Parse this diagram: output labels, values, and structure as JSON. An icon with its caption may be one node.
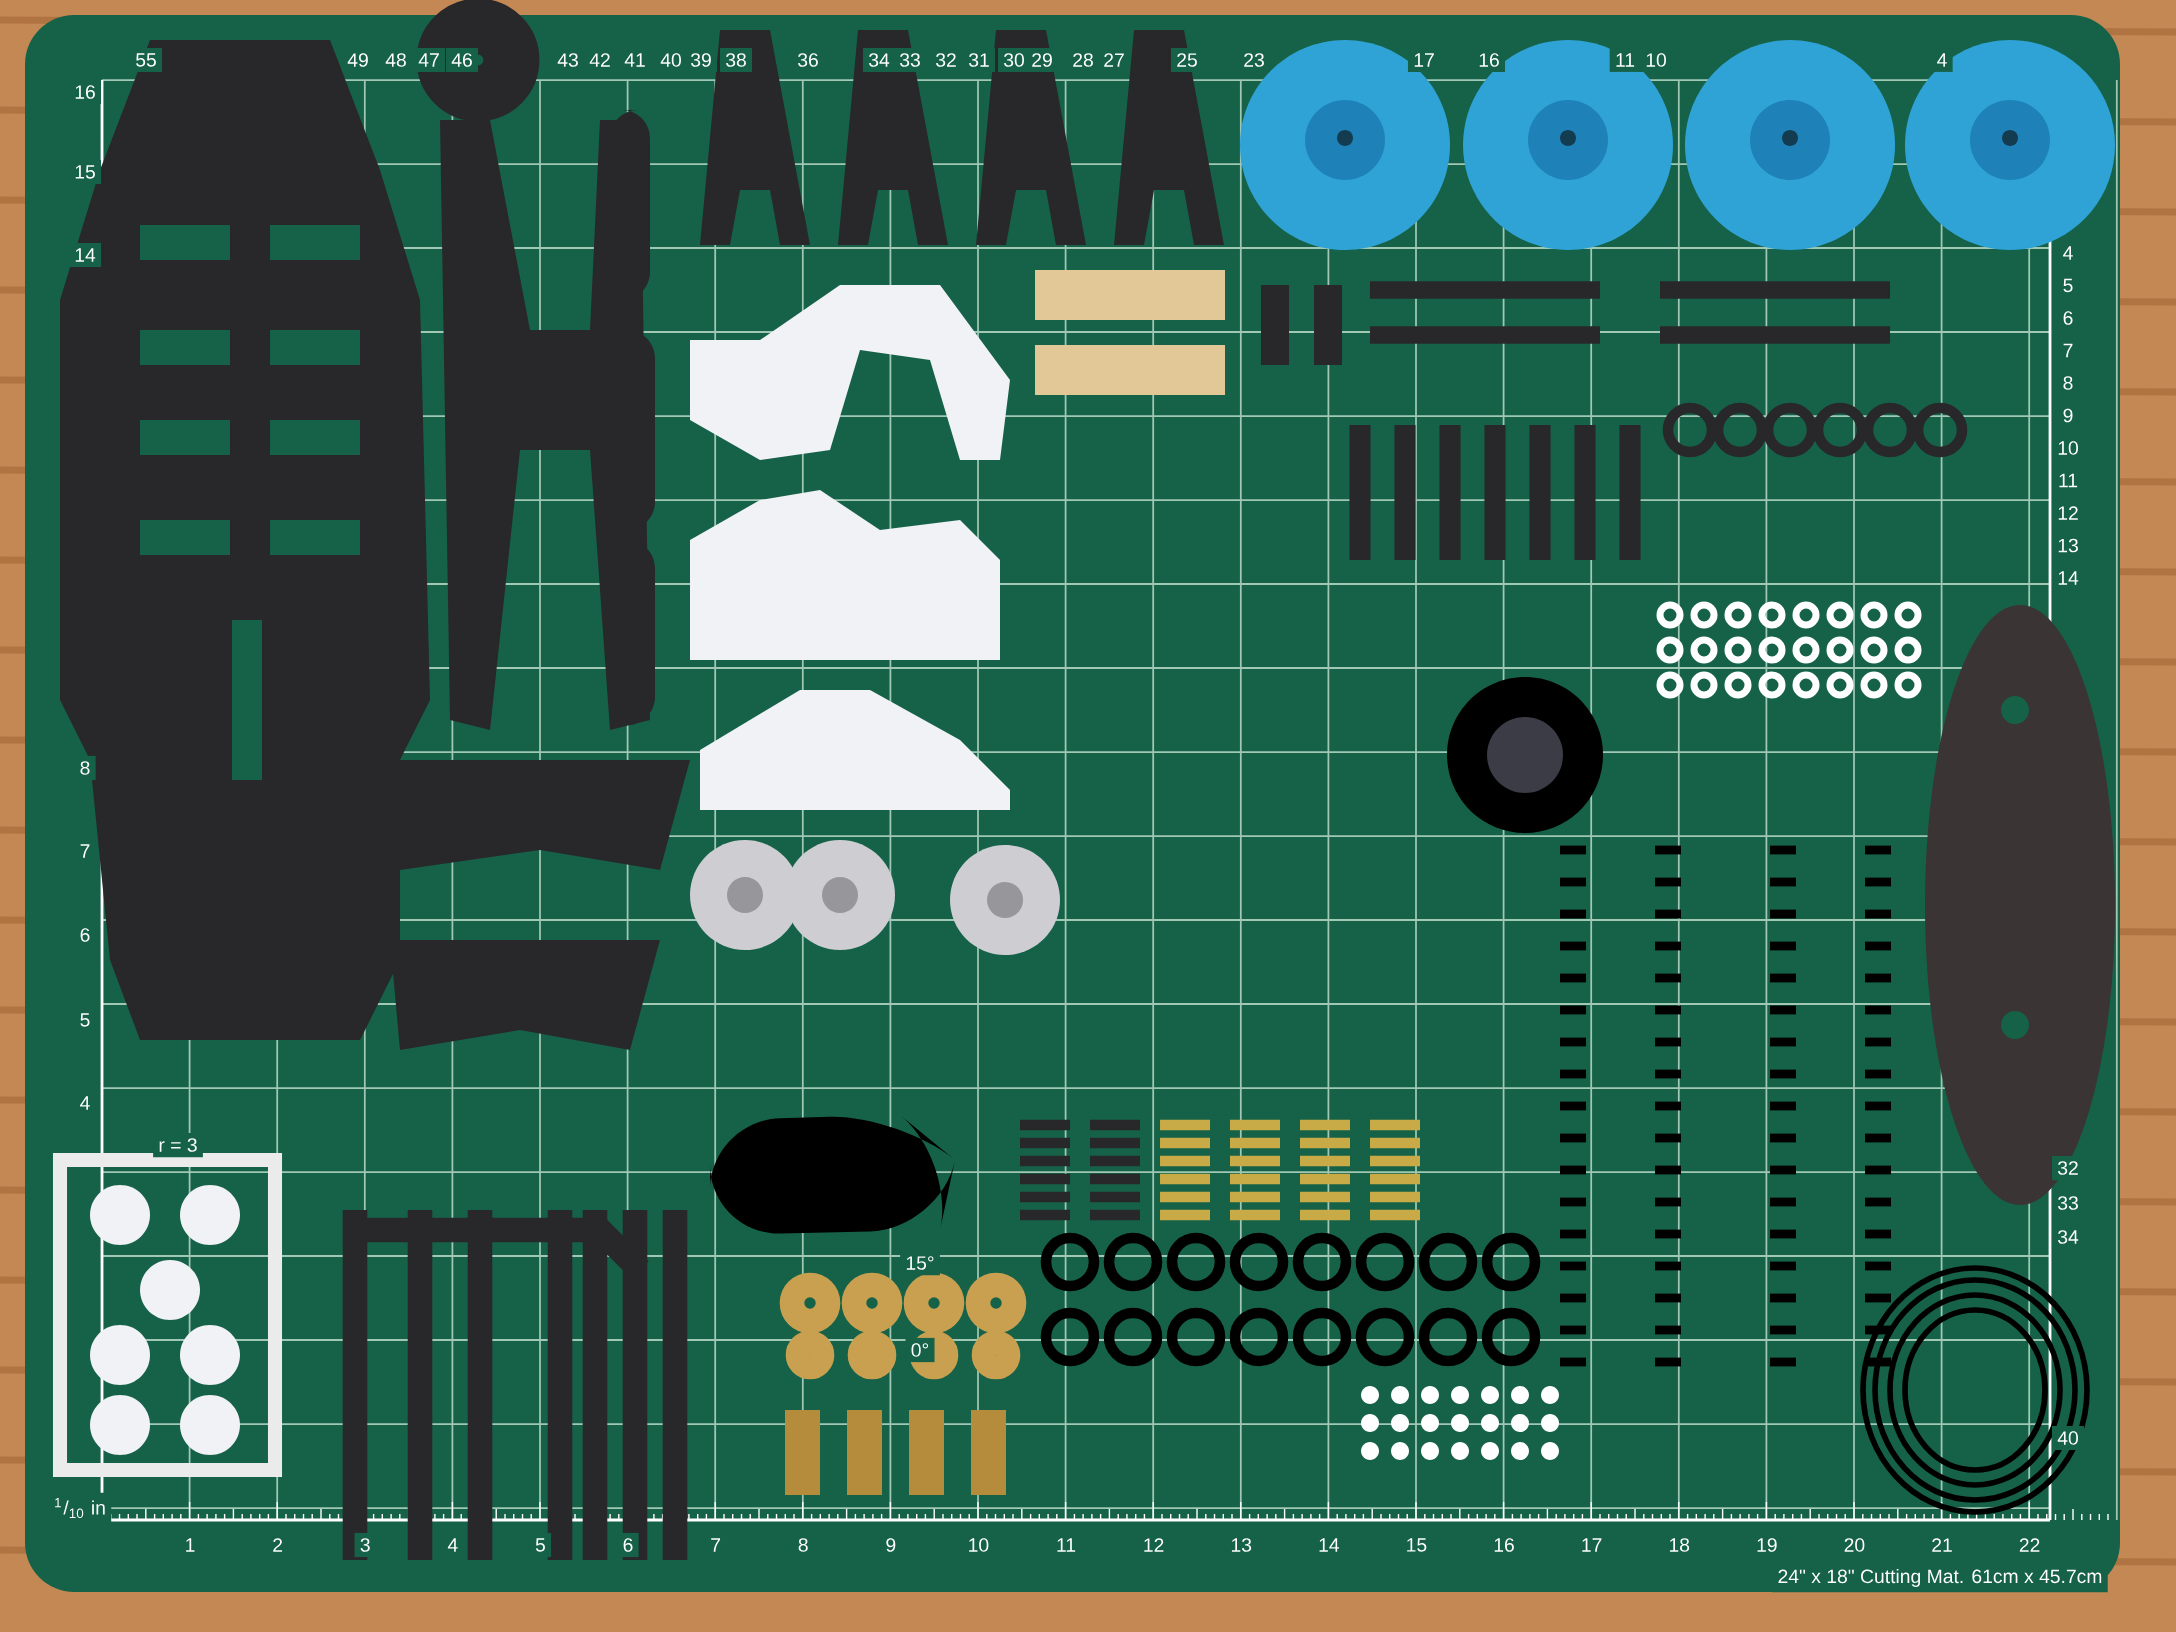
{
  "diagram": {
    "labels": [
      "16",
      "55",
      "49",
      "48",
      "47",
      "46",
      "43",
      "42",
      "41",
      "40",
      "39",
      "38",
      "36",
      "34",
      "33",
      "32",
      "31",
      "30",
      "29",
      "28",
      "27",
      "25",
      "23",
      "17",
      "16",
      "11",
      "10",
      "4",
      "15",
      "14",
      "4",
      "5",
      "6",
      "7",
      "8",
      "9",
      "10",
      "11",
      "12",
      "13",
      "14",
      "8",
      "7",
      "6",
      "5",
      "4",
      "r = 3",
      "32",
      "33",
      "34",
      "15°",
      "0°",
      "40",
      "$^{1}$/$_{10}$ in",
      "1",
      "2",
      "3",
      "4",
      "5",
      "6",
      "7",
      "8",
      "9",
      "10",
      "11",
      "12",
      "13",
      "14",
      "15",
      "16",
      "17",
      "18",
      "19",
      "20",
      "21",
      "22",
      "24\" x 18\" Cutting Mat. 61cm x 45.7cm"
    ]
  }
}
